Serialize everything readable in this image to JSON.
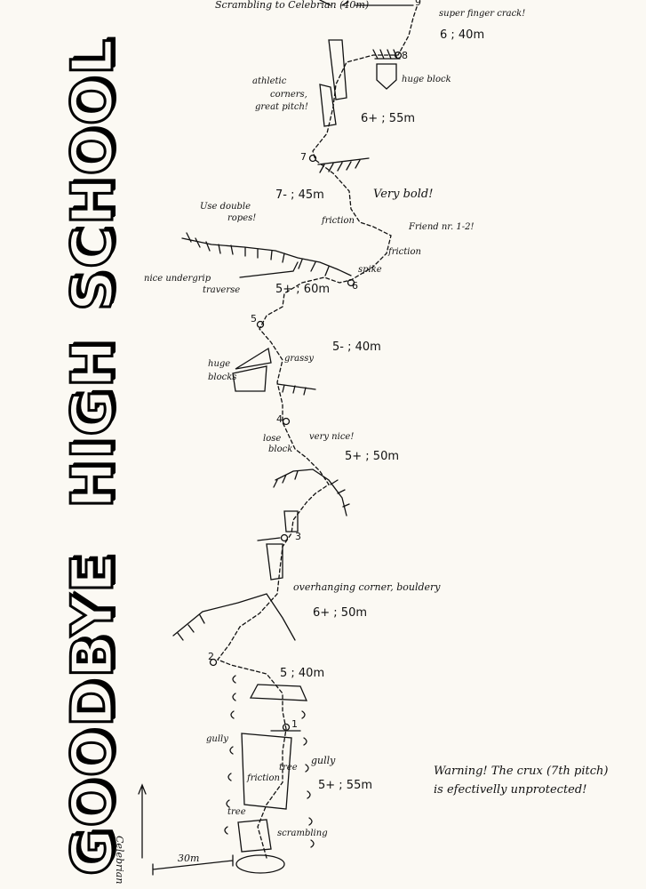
{
  "title": {
    "word1": "GOODBYE",
    "word2": "HIGH",
    "word3": "SCHOOL"
  },
  "top_note": "Scrambling to Celebrian (40m)",
  "pitches": [
    {
      "num": "1",
      "grade": "5+ ; 55m"
    },
    {
      "num": "2",
      "grade": "5 ; 40m"
    },
    {
      "num": "3",
      "grade": "6+ ; 50m"
    },
    {
      "num": "4",
      "grade": "5+ ; 50m"
    },
    {
      "num": "5",
      "grade": "5- ; 40m"
    },
    {
      "num": "6",
      "grade": "5+ ; 60m"
    },
    {
      "num": "7",
      "grade": "7- ; 45m"
    },
    {
      "num": "8",
      "grade": "6+ ; 55m"
    },
    {
      "num": "9",
      "grade": "6 ; 40m"
    }
  ],
  "labels": {
    "super_finger_crack": "super finger crack!",
    "huge_block": "huge block",
    "athletic": "athletic",
    "corners": "corners,",
    "great_pitch": "great pitch!",
    "very_bold": "Very bold!",
    "use_double": "Use double",
    "ropes": "ropes!",
    "friction_a": "friction",
    "friend": "Friend nr. 1-2!",
    "friction_b": "friction",
    "spike": "spike",
    "nice_undergrip": "nice undergrip",
    "traverse": "traverse",
    "grassy": "grassy",
    "huge": "huge",
    "blocks": "blocks",
    "lose": "lose",
    "block": "block",
    "very_nice": "very nice!",
    "overhanging": "overhanging corner, bouldery",
    "gully_left": "gully",
    "gully_right": "gully",
    "tree_a": "tree",
    "tree_b": "tree",
    "friction_c": "friction",
    "scrambling": "scrambling",
    "celebrian": "Celebrian",
    "scale": "30m"
  },
  "warning": {
    "line1": "Warning! The crux (7th pitch)",
    "line2": "is efectivelly unprotected!"
  }
}
